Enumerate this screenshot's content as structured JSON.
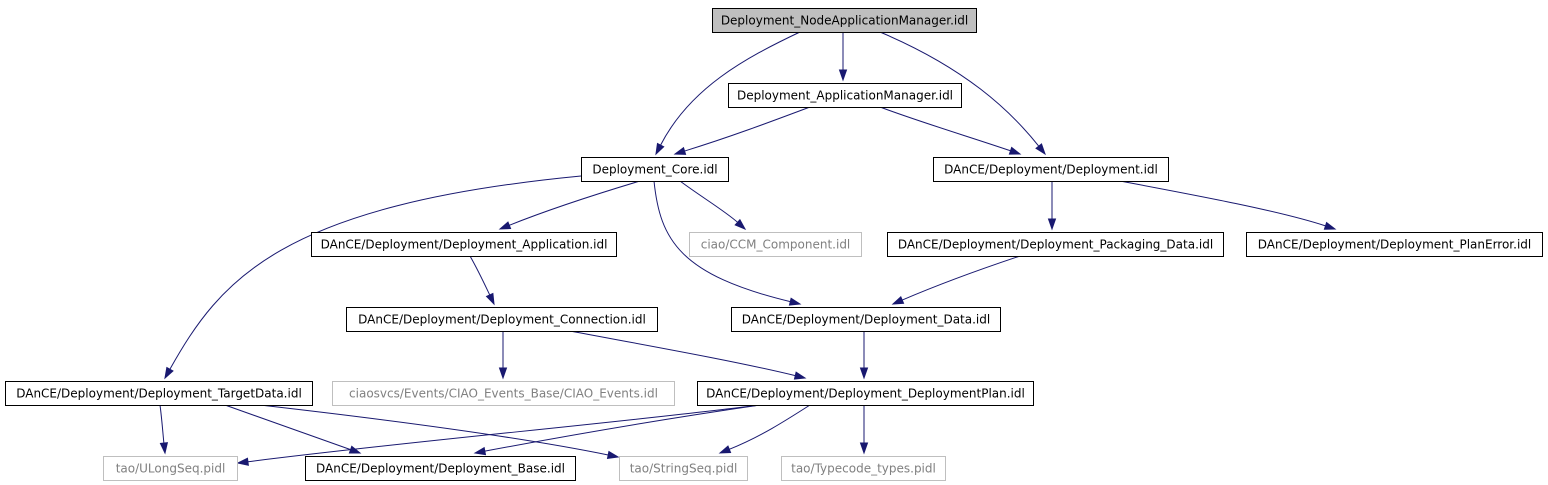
{
  "colors": {
    "edge": "#191970",
    "root_fill": "#bfbfbf",
    "node_border": "#000000",
    "external_border": "#bfbfbf",
    "external_text": "#808080"
  },
  "nodes": [
    {
      "id": "nam",
      "label": "Deployment_NodeApplicationManager.idl",
      "style": "root"
    },
    {
      "id": "am",
      "label": "Deployment_ApplicationManager.idl",
      "style": "normal"
    },
    {
      "id": "core",
      "label": "Deployment_Core.idl",
      "style": "normal"
    },
    {
      "id": "dep",
      "label": "DAnCE/Deployment/Deployment.idl",
      "style": "normal"
    },
    {
      "id": "app",
      "label": "DAnCE/Deployment/Deployment_Application.idl",
      "style": "normal"
    },
    {
      "id": "ccm",
      "label": "ciao/CCM_Component.idl",
      "style": "external"
    },
    {
      "id": "pkg",
      "label": "DAnCE/Deployment/Deployment_Packaging_Data.idl",
      "style": "normal"
    },
    {
      "id": "perr",
      "label": "DAnCE/Deployment/Deployment_PlanError.idl",
      "style": "normal"
    },
    {
      "id": "conn",
      "label": "DAnCE/Deployment/Deployment_Connection.idl",
      "style": "normal"
    },
    {
      "id": "data",
      "label": "DAnCE/Deployment/Deployment_Data.idl",
      "style": "normal"
    },
    {
      "id": "tgt",
      "label": "DAnCE/Deployment/Deployment_TargetData.idl",
      "style": "normal"
    },
    {
      "id": "evt",
      "label": "ciaosvcs/Events/CIAO_Events_Base/CIAO_Events.idl",
      "style": "external"
    },
    {
      "id": "plan",
      "label": "DAnCE/Deployment/Deployment_DeploymentPlan.idl",
      "style": "normal"
    },
    {
      "id": "ulong",
      "label": "tao/ULongSeq.pidl",
      "style": "external"
    },
    {
      "id": "base",
      "label": "DAnCE/Deployment/Deployment_Base.idl",
      "style": "normal"
    },
    {
      "id": "str",
      "label": "tao/StringSeq.pidl",
      "style": "external"
    },
    {
      "id": "tc",
      "label": "tao/Typecode_types.pidl",
      "style": "external"
    }
  ],
  "edges": [
    {
      "from": "nam",
      "to": "am"
    },
    {
      "from": "nam",
      "to": "core"
    },
    {
      "from": "nam",
      "to": "dep"
    },
    {
      "from": "am",
      "to": "core"
    },
    {
      "from": "am",
      "to": "dep"
    },
    {
      "from": "core",
      "to": "app"
    },
    {
      "from": "core",
      "to": "ccm"
    },
    {
      "from": "core",
      "to": "data"
    },
    {
      "from": "core",
      "to": "tgt"
    },
    {
      "from": "dep",
      "to": "pkg"
    },
    {
      "from": "dep",
      "to": "perr"
    },
    {
      "from": "pkg",
      "to": "data"
    },
    {
      "from": "app",
      "to": "conn"
    },
    {
      "from": "conn",
      "to": "evt"
    },
    {
      "from": "conn",
      "to": "plan"
    },
    {
      "from": "data",
      "to": "plan"
    },
    {
      "from": "tgt",
      "to": "ulong"
    },
    {
      "from": "tgt",
      "to": "base"
    },
    {
      "from": "tgt",
      "to": "str"
    },
    {
      "from": "plan",
      "to": "ulong"
    },
    {
      "from": "plan",
      "to": "base"
    },
    {
      "from": "plan",
      "to": "str"
    },
    {
      "from": "plan",
      "to": "tc"
    }
  ]
}
